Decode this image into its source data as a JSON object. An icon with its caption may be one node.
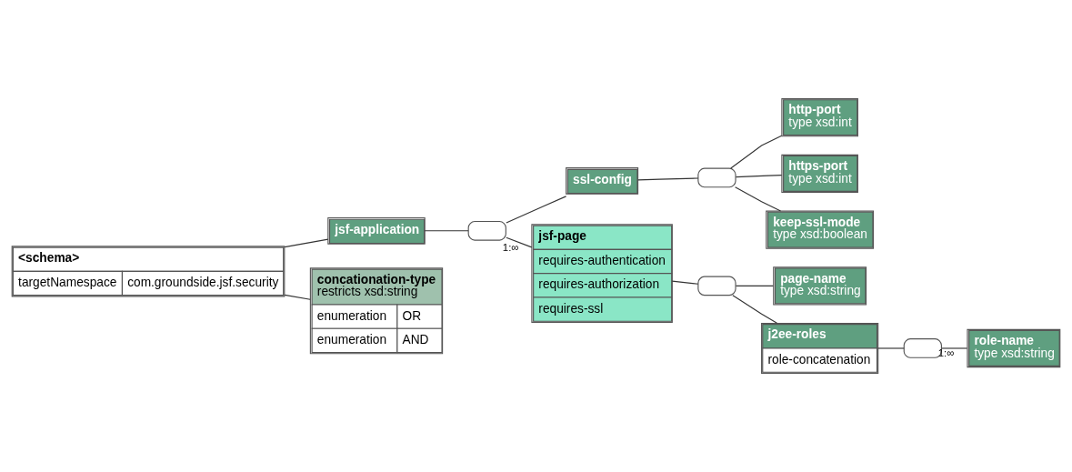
{
  "diagram": {
    "nodes": [
      {
        "text": [
          "<schema>",
          "targetNamespace",
          "com.groundside.jsf.security"
        ]
      },
      {
        "text": [
          "jsf-application"
        ]
      },
      {
        "text": [],
        "shape": "box"
      },
      {
        "text": [
          "ssl-config"
        ]
      },
      {
        "text": [],
        "shape": "box"
      },
      {
        "text": [
          "http-port",
          "type xsd:int"
        ]
      },
      {
        "text": [
          "https-port",
          "type xsd:int"
        ]
      },
      {
        "text": [
          "keep-ssl-mode",
          "type xsd:boolean"
        ]
      },
      {
        "text": [
          "jsf-page",
          "requires-authentication",
          "requires-authorization",
          "requires-ssl"
        ]
      },
      {
        "text": [],
        "shape": "box"
      },
      {
        "text": [
          "page-name",
          "type xsd:string"
        ]
      },
      {
        "text": [
          "j2ee-roles",
          "role-concatenation"
        ]
      },
      {
        "text": [],
        "shape": "box"
      },
      {
        "text": [
          "role-name",
          "type xsd:string"
        ]
      },
      {
        "text": [
          "concationation-type",
          "restricts xsd:string",
          "enumeration",
          "OR",
          "enumeration",
          "AND"
        ]
      }
    ],
    "edges": [
      {
        "from": 0,
        "to": 1,
        "arrow": "none"
      },
      {
        "from": 0,
        "to": 14,
        "arrow": "none"
      },
      {
        "from": 1,
        "to": 2,
        "arrow": "none"
      },
      {
        "from": 2,
        "to": 3,
        "arrow": "none"
      },
      {
        "from": 2,
        "to": 8,
        "arrow": "none",
        "label": "1:∞"
      },
      {
        "from": 3,
        "to": 4,
        "arrow": "none"
      },
      {
        "from": 4,
        "to": 5,
        "arrow": "none"
      },
      {
        "from": 4,
        "to": 6,
        "arrow": "none"
      },
      {
        "from": 4,
        "to": 7,
        "arrow": "none"
      },
      {
        "from": 8,
        "to": 9,
        "arrow": "none"
      },
      {
        "from": 9,
        "to": 10,
        "arrow": "none"
      },
      {
        "from": 9,
        "to": 11,
        "arrow": "none"
      },
      {
        "from": 11,
        "to": 12,
        "arrow": "none"
      },
      {
        "from": 12,
        "to": 13,
        "arrow": "none",
        "label": "1:∞"
      }
    ]
  }
}
